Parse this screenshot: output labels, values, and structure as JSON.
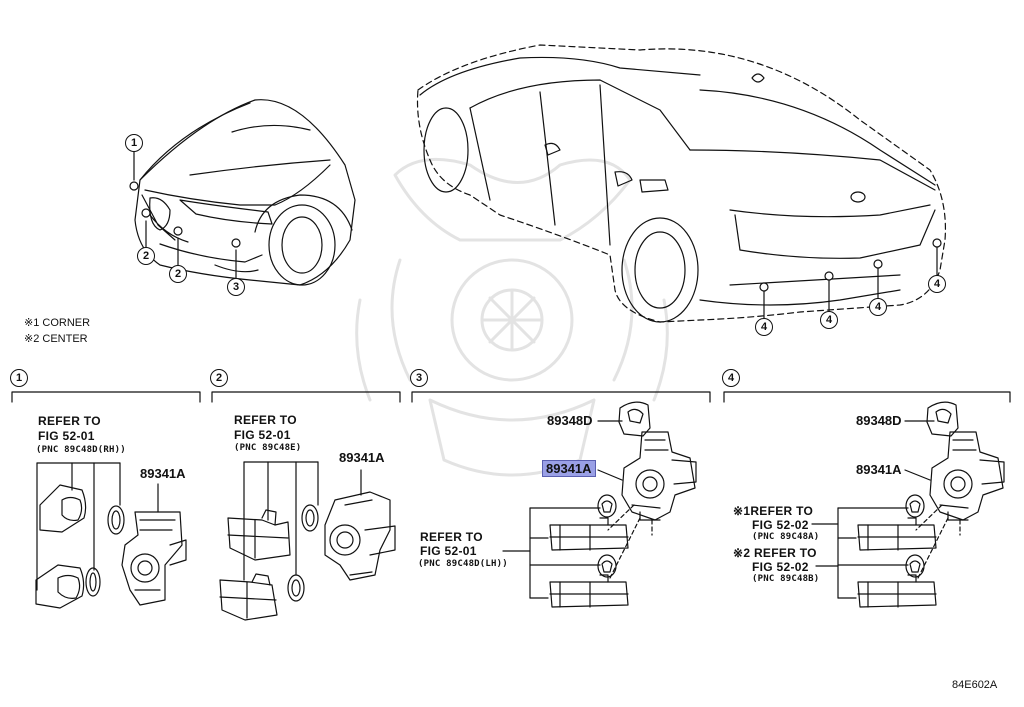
{
  "notes": {
    "n1": "※1 CORNER",
    "n2": "※2 CENTER"
  },
  "section_labels": [
    "1",
    "2",
    "3",
    "4"
  ],
  "callouts": {
    "front": [
      "1",
      "2",
      "2",
      "3"
    ],
    "rear": [
      "4",
      "4",
      "4",
      "4"
    ]
  },
  "sec1": {
    "refer": "REFER TO",
    "fig": "FIG 52-01",
    "pnc": "(PNC 89C48D(RH))",
    "part": "89341A"
  },
  "sec2": {
    "refer": "REFER TO",
    "fig": "FIG 52-01",
    "pnc": "(PNC 89C48E)",
    "part": "89341A"
  },
  "sec3": {
    "part_top": "89348D",
    "part_main": "89341A",
    "refer": "REFER TO",
    "fig": "FIG 52-01",
    "pnc": "(PNC 89C48D(LH))"
  },
  "sec4": {
    "part_top": "89348D",
    "part_main": "89341A",
    "refer1": "※1REFER TO",
    "fig1": "FIG 52-02",
    "pnc1": "(PNC 89C48A)",
    "refer2": "※2 REFER TO",
    "fig2": "FIG 52-02",
    "pnc2": "(PNC 89C48B)"
  },
  "figure_code": "84E602A",
  "colors": {
    "line": "#111111",
    "highlight": "#9aa0e6",
    "watermark": "#e6e6e6"
  }
}
